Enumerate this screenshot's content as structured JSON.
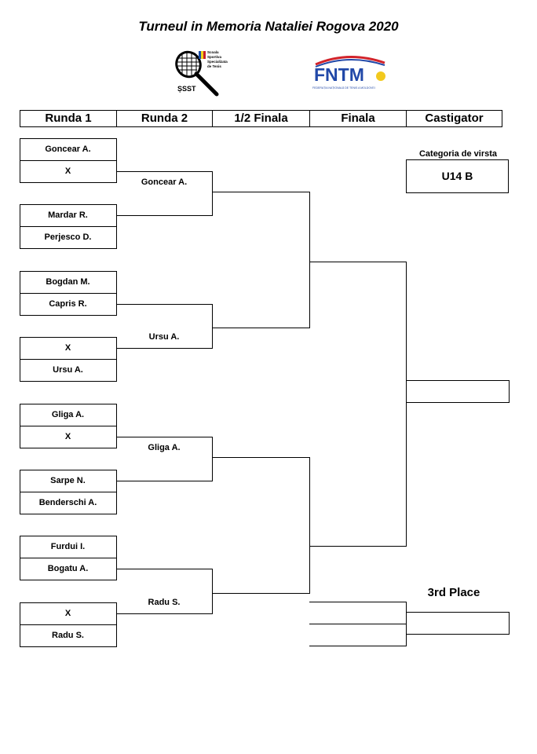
{
  "title": "Turneul in Memoria Nataliei Rogova 2020",
  "logos": {
    "left": {
      "lines": [
        "Scoala",
        "Sportiva",
        "Specializata",
        "de Tenis"
      ],
      "abbr": "ȘSST",
      "flag_colors": [
        "#1d4fa8",
        "#f2d21b",
        "#c8202b"
      ]
    },
    "right": {
      "text": "FNTM",
      "sub": "FEDERAȚIA NAȚIONALĂ DE TENIS A MOLDOVEI",
      "color": "#2148a8",
      "accent": "#f2c91e",
      "arc_color": "#d2232a"
    }
  },
  "headers": [
    "Runda 1",
    "Runda 2",
    "1/2 Finala",
    "Finala",
    "Castigator"
  ],
  "round1": [
    [
      "Goncear A.",
      "X"
    ],
    [
      "Mardar R.",
      "Perjesco D."
    ],
    [
      "Bogdan M.",
      "Capris R."
    ],
    [
      "X",
      "Ursu A."
    ],
    [
      "Gliga A.",
      "X"
    ],
    [
      "Sarpe N.",
      "Benderschi A."
    ],
    [
      "Furdui I.",
      "Bogatu A."
    ],
    [
      "X",
      "Radu S."
    ]
  ],
  "round2": [
    "Goncear A.",
    "",
    "",
    "Ursu A.",
    "Gliga A.",
    "",
    "",
    "Radu S."
  ],
  "semifinal": [
    "",
    "",
    "",
    ""
  ],
  "final": [
    "",
    ""
  ],
  "winner": "",
  "category": {
    "label": "Categoria de virsta",
    "value": "U14 B"
  },
  "third_place": {
    "label": "3rd Place",
    "players": [
      "",
      ""
    ],
    "result": ""
  }
}
